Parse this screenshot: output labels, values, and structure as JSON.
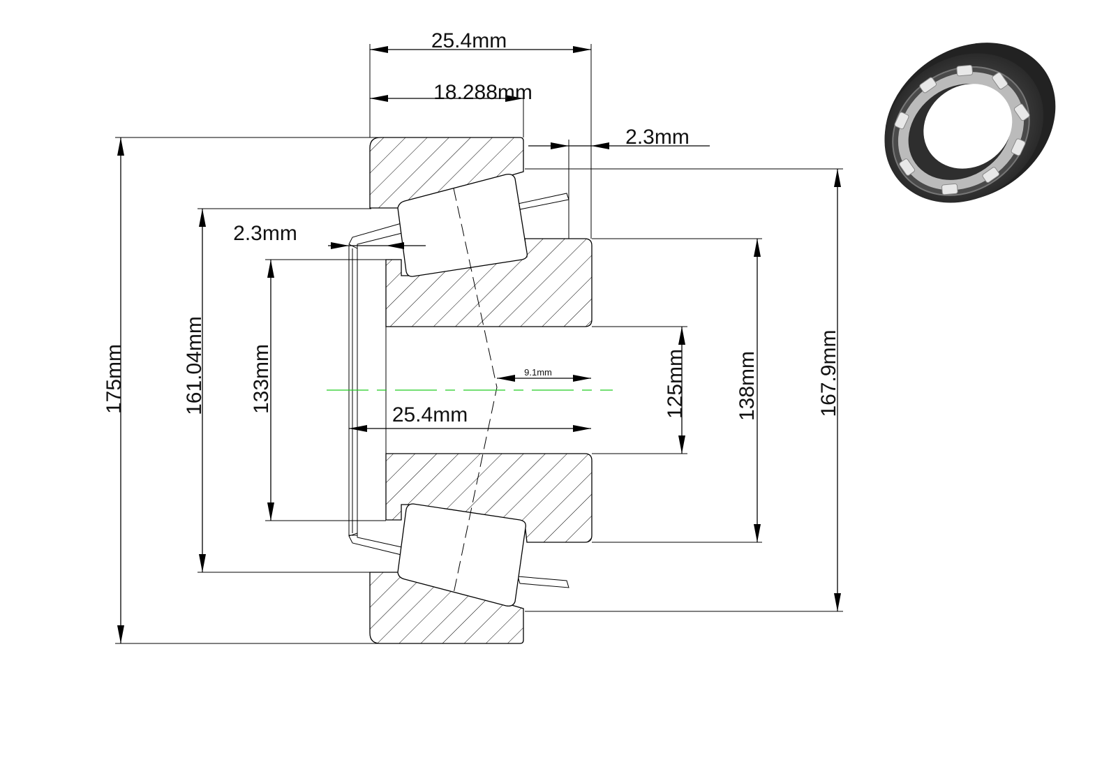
{
  "drawing": {
    "dimensions": {
      "overall_width": "25.4mm",
      "cup_width": "18.288mm",
      "chamfer_right": "2.3mm",
      "chamfer_left": "2.3mm",
      "outer_diameter": "175mm",
      "cup_small_diameter": "161.04mm",
      "cone_back_diameter": "133mm",
      "bore_diameter": "125mm",
      "cone_front_diameter": "138mm",
      "cup_raceway_diameter": "167.9mm",
      "inner_width": "25.4mm",
      "offset": "9.1mm"
    },
    "colors": {
      "line": "#000000",
      "centerline": "#22cc22",
      "render_dark": "#3a3a3a",
      "render_light": "#cfcfcf"
    },
    "icons": [
      "bearing-3d-render"
    ]
  }
}
